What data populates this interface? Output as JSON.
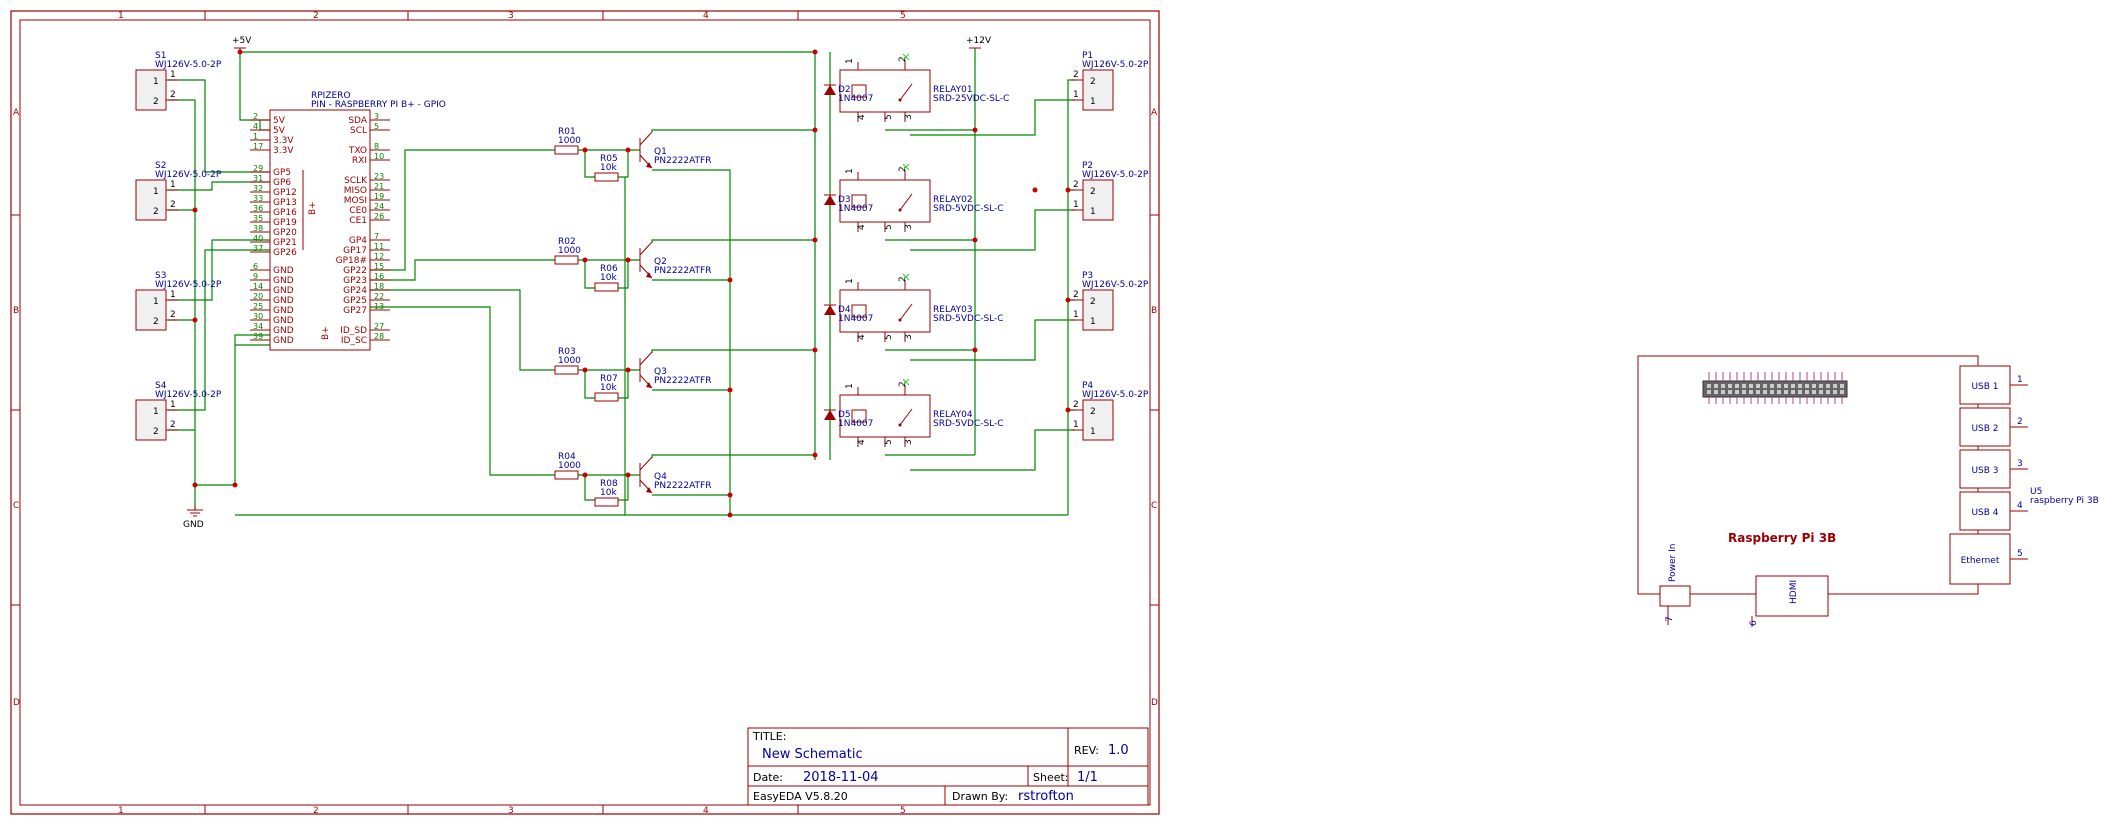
{
  "zones": {
    "columns": [
      "1",
      "2",
      "3",
      "4",
      "5"
    ],
    "rows": [
      "A",
      "B",
      "C",
      "D"
    ]
  },
  "power": {
    "v5": "+5V",
    "v12": "+12V",
    "gnd": "GND"
  },
  "switches": [
    {
      "ref": "S1",
      "part": "WJ126V-5.0-2P",
      "pin1": "1",
      "pin2": "2"
    },
    {
      "ref": "S2",
      "part": "WJ126V-5.0-2P",
      "pin1": "1",
      "pin2": "2"
    },
    {
      "ref": "S3",
      "part": "WJ126V-5.0-2P",
      "pin1": "1",
      "pin2": "2"
    },
    {
      "ref": "S4",
      "part": "WJ126V-5.0-2P",
      "pin1": "1",
      "pin2": "2"
    }
  ],
  "outputs": [
    {
      "ref": "P1",
      "part": "WJ126V-5.0-2P",
      "pin1": "1",
      "pin2": "2"
    },
    {
      "ref": "P2",
      "part": "WJ126V-5.0-2P",
      "pin1": "1",
      "pin2": "2"
    },
    {
      "ref": "P3",
      "part": "WJ126V-5.0-2P",
      "pin1": "1",
      "pin2": "2"
    },
    {
      "ref": "P4",
      "part": "WJ126V-5.0-2P",
      "pin1": "1",
      "pin2": "2"
    }
  ],
  "rpi": {
    "ref": "RPIZERO",
    "desc": "PIN - RASPBERRY PI B+ - GPIO",
    "side": "B+",
    "left_pins": [
      {
        "name": "5V",
        "num": "2"
      },
      {
        "name": "5V",
        "num": "4"
      },
      {
        "name": "3.3V",
        "num": "1"
      },
      {
        "name": "3.3V",
        "num": "17"
      },
      {
        "name": "GP5",
        "num": "29"
      },
      {
        "name": "GP6",
        "num": "31"
      },
      {
        "name": "GP12",
        "num": "32"
      },
      {
        "name": "GP13",
        "num": "33"
      },
      {
        "name": "GP16",
        "num": "36"
      },
      {
        "name": "GP19",
        "num": "35"
      },
      {
        "name": "GP20",
        "num": "38"
      },
      {
        "name": "GP21",
        "num": "40"
      },
      {
        "name": "GP26",
        "num": "37"
      },
      {
        "name": "GND",
        "num": "6"
      },
      {
        "name": "GND",
        "num": "9"
      },
      {
        "name": "GND",
        "num": "14"
      },
      {
        "name": "GND",
        "num": "20"
      },
      {
        "name": "GND",
        "num": "25"
      },
      {
        "name": "GND",
        "num": "30"
      },
      {
        "name": "GND",
        "num": "34"
      },
      {
        "name": "GND",
        "num": "39"
      }
    ],
    "right_pins": [
      {
        "name": "SDA",
        "num": "3"
      },
      {
        "name": "SCL",
        "num": "5"
      },
      {
        "name": "TXO",
        "num": "8"
      },
      {
        "name": "RXI",
        "num": "10"
      },
      {
        "name": "SCLK",
        "num": "23"
      },
      {
        "name": "MISO",
        "num": "21"
      },
      {
        "name": "MOSI",
        "num": "19"
      },
      {
        "name": "CE0",
        "num": "24"
      },
      {
        "name": "CE1",
        "num": "26"
      },
      {
        "name": "GP4",
        "num": "7"
      },
      {
        "name": "GP17",
        "num": "11"
      },
      {
        "name": "GP18#",
        "num": "12"
      },
      {
        "name": "GP22",
        "num": "15"
      },
      {
        "name": "GP23",
        "num": "16"
      },
      {
        "name": "GP24",
        "num": "18"
      },
      {
        "name": "GP25",
        "num": "22"
      },
      {
        "name": "GP27",
        "num": "13"
      },
      {
        "name": "ID_SD",
        "num": "27"
      },
      {
        "name": "ID_SC",
        "num": "28"
      }
    ]
  },
  "drivers": [
    {
      "rb": "R01",
      "rbv": "1000",
      "rp": "R05",
      "rpv": "10k",
      "q": "Q1",
      "qpart": "PN2222ATFR"
    },
    {
      "rb": "R02",
      "rbv": "1000",
      "rp": "R06",
      "rpv": "10k",
      "q": "Q2",
      "qpart": "PN2222ATFR"
    },
    {
      "rb": "R03",
      "rbv": "1000",
      "rp": "R07",
      "rpv": "10k",
      "q": "Q3",
      "qpart": "PN2222ATFR"
    },
    {
      "rb": "R04",
      "rbv": "1000",
      "rp": "R08",
      "rpv": "10k",
      "q": "Q4",
      "qpart": "PN2222ATFR"
    }
  ],
  "relays": [
    {
      "ref": "RELAY01",
      "part": "SRD-25VDC-SL-C",
      "diode": "D2",
      "dpart": "1N4007"
    },
    {
      "ref": "RELAY02",
      "part": "SRD-5VDC-SL-C",
      "diode": "D3",
      "dpart": "1N4007"
    },
    {
      "ref": "RELAY03",
      "part": "SRD-5VDC-SL-C",
      "diode": "D4",
      "dpart": "1N4007"
    },
    {
      "ref": "RELAY04",
      "part": "SRD-5VDC-SL-C",
      "diode": "D5",
      "dpart": "1N4007"
    }
  ],
  "relay_pins": {
    "p1": "1",
    "p2": "2",
    "p3": "3",
    "p4": "4",
    "p5": "5"
  },
  "title_block": {
    "title_label": "TITLE:",
    "title": "New Schematic",
    "rev_label": "REV:",
    "rev": "1.0",
    "date_label": "Date:",
    "date": "2018-11-04",
    "sheet_label": "Sheet:",
    "sheet": "1/1",
    "tool": "EasyEDA V5.8.20",
    "drawn_label": "Drawn By:",
    "drawn": "rstrofton"
  },
  "pi3b": {
    "title": "Raspberry Pi 3B",
    "ref": "U5",
    "desc": "raspberry Pi 3B",
    "ports": [
      {
        "label": "USB 1",
        "num": "1"
      },
      {
        "label": "USB 2",
        "num": "2"
      },
      {
        "label": "USB 3",
        "num": "3"
      },
      {
        "label": "USB 4",
        "num": "4"
      },
      {
        "label": "Ethernet",
        "num": "5"
      }
    ],
    "hdmi": {
      "label": "HDMI",
      "num": "6"
    },
    "power": {
      "label": "Power In",
      "num": "7"
    }
  }
}
